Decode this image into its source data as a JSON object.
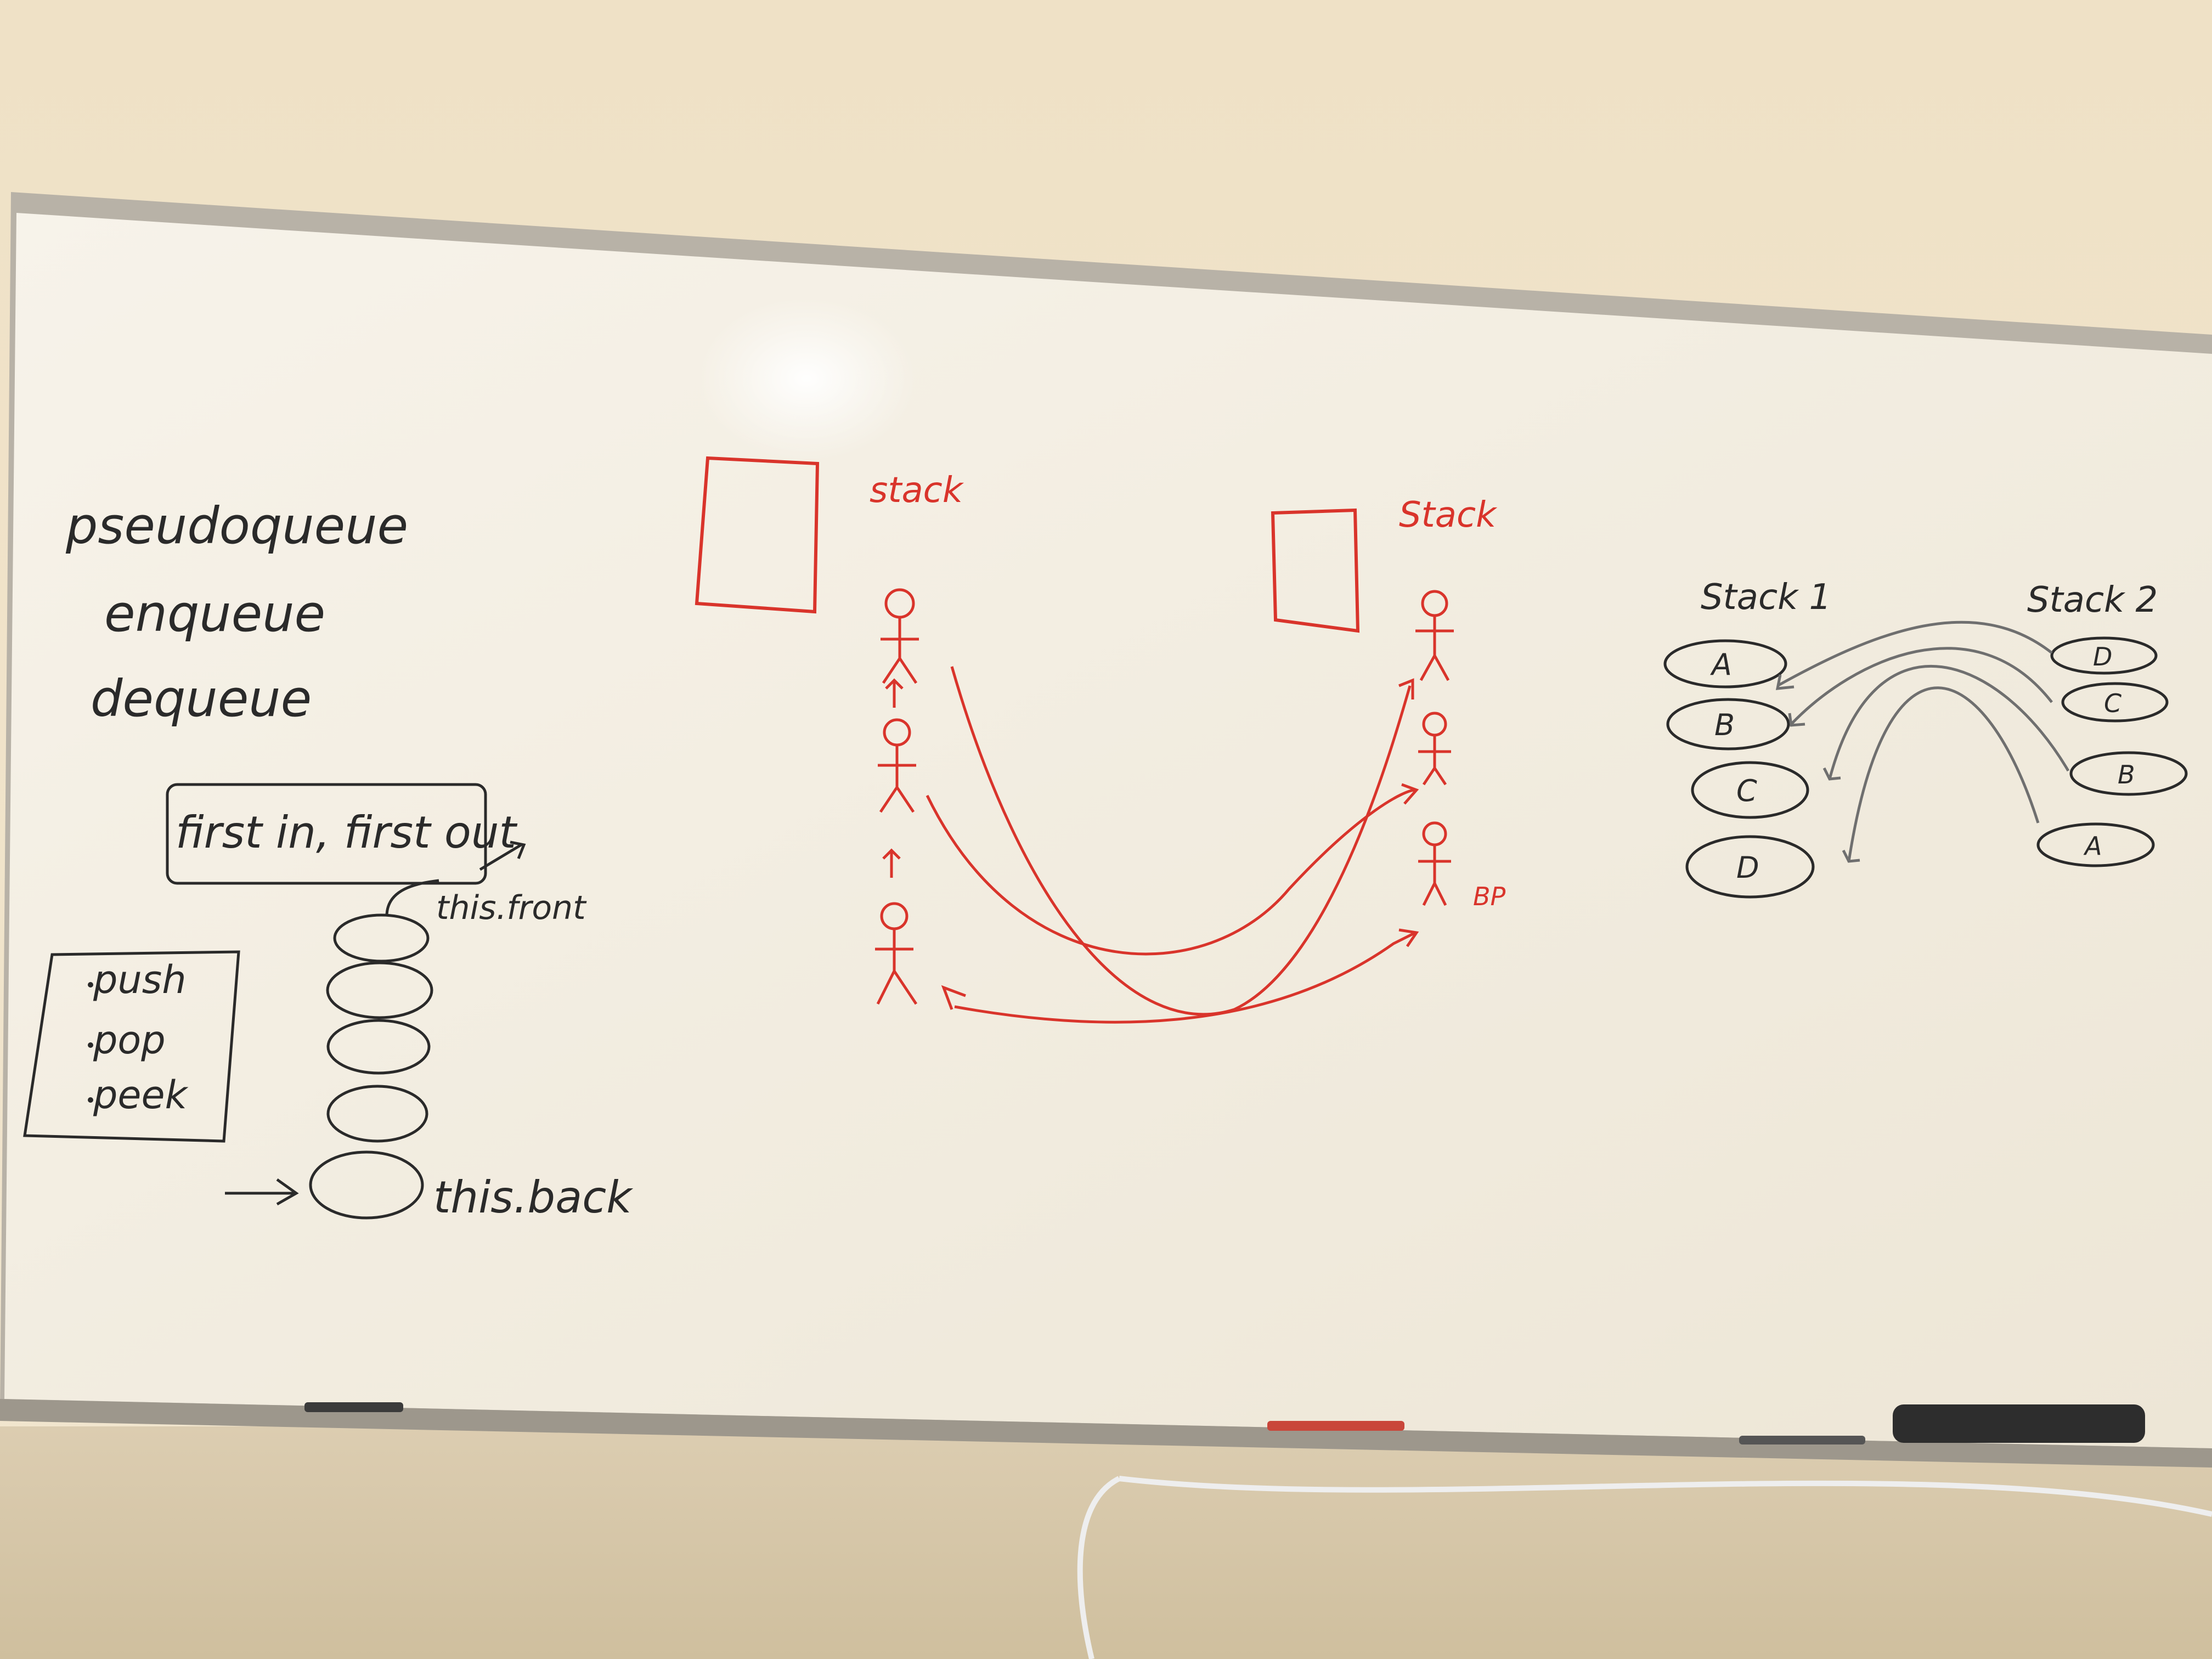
{
  "left_notes": {
    "lines": [
      "pseudoqueue",
      "enqueue",
      "dequeue"
    ],
    "fifo_box": "first in, first out",
    "front_label": "this.front",
    "back_label": "this.back",
    "methods": [
      "push",
      "pop",
      "peek"
    ]
  },
  "middle_diagram": {
    "left_label": "stack",
    "right_label": "Stack",
    "small_label": "BP"
  },
  "right_diagram": {
    "stack1_title": "Stack 1",
    "stack2_title": "Stack 2",
    "stack1_items": [
      "A",
      "B",
      "C",
      "D"
    ],
    "stack2_items": [
      "D",
      "C",
      "B",
      "A"
    ]
  },
  "colors": {
    "ink_black": "#2a2a2a",
    "ink_red": "#d9342b",
    "ink_gray": "#6f6f6f",
    "board": "#f5f0e4",
    "frame": "#b8b2a7"
  }
}
